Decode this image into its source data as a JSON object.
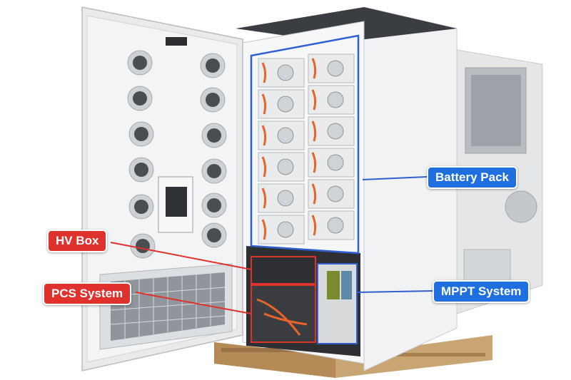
{
  "labels": {
    "battery_pack": "Battery Pack",
    "hv_box": "HV Box",
    "pcs_system": "PCS System",
    "mppt_system": "MPPT System"
  },
  "colors": {
    "red_callout": "#e0322d",
    "blue_callout": "#1f6fe0",
    "cabinet_body": "#eceeef",
    "battery_outline": "#2f5fd0",
    "cable_orange": "#e8642a"
  }
}
